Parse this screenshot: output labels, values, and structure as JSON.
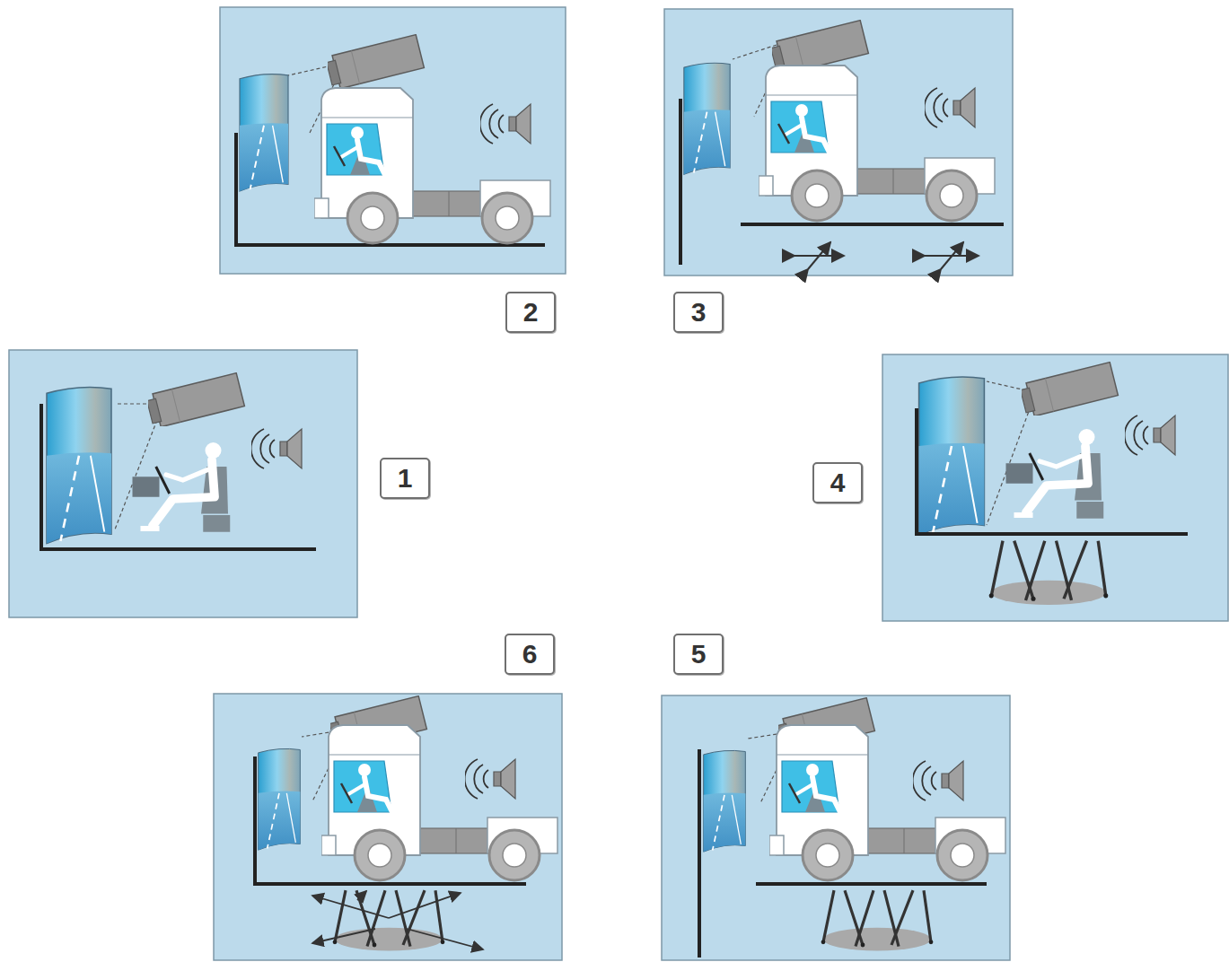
{
  "diagram": {
    "nodes": [
      {
        "text": [
          "2"
        ]
      },
      {
        "text": [
          "3"
        ]
      },
      {
        "text": [
          "1"
        ]
      },
      {
        "text": [
          "4"
        ]
      },
      {
        "text": [
          "6"
        ]
      },
      {
        "text": [
          "5"
        ]
      }
    ]
  }
}
